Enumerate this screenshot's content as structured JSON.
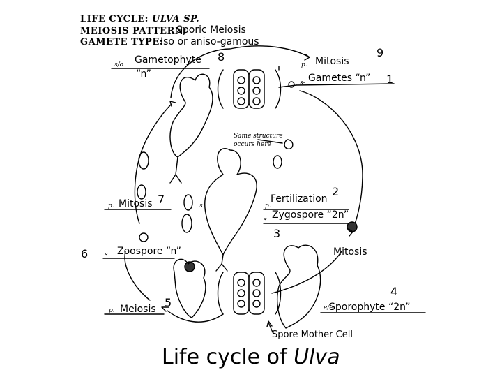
{
  "header": {
    "life_cycle_label": "LIFE CYCLE:",
    "life_cycle_value": "ULVA SP.",
    "meiosis_pattern_label": "MEIOSIS PATTERN:",
    "meiosis_pattern_value": "Sporic Meiosis",
    "gamete_type_label": "GAMETE TYPE:",
    "gamete_type_value": "Iso or aniso-gamous"
  },
  "labels": {
    "gametophyte": "Gametophyte",
    "gametophyte_ploidy": "“n”",
    "mitosis_top": "Mitosis",
    "gametes": "Gametes “n”",
    "same_structure": "Same structure",
    "occurs_here": "occurs here",
    "mitosis_left": "Mitosis",
    "fertilization": "Fertilization",
    "zygospore": "Zygospore “2n”",
    "zoospore": "Zoospore “n”",
    "mitosis_right": "Mitosis",
    "meiosis": "Meiosis",
    "sporophyte": "Sporophyte “2n”",
    "spore_mother_cell": "Spore Mother Cell"
  },
  "handwritten_marks": {
    "s_o": "s/o",
    "p": "p.",
    "s": "s",
    "s_dash": "s-",
    "e_e": "e/e"
  },
  "numbers": {
    "n1": "1",
    "n2": "2",
    "n3": "3",
    "n4": "4",
    "n5": "5",
    "n6": "6",
    "n7": "7",
    "n8": "8",
    "n9": "9"
  },
  "title": {
    "prefix": "Life cycle of ",
    "genus": "Ulva"
  }
}
